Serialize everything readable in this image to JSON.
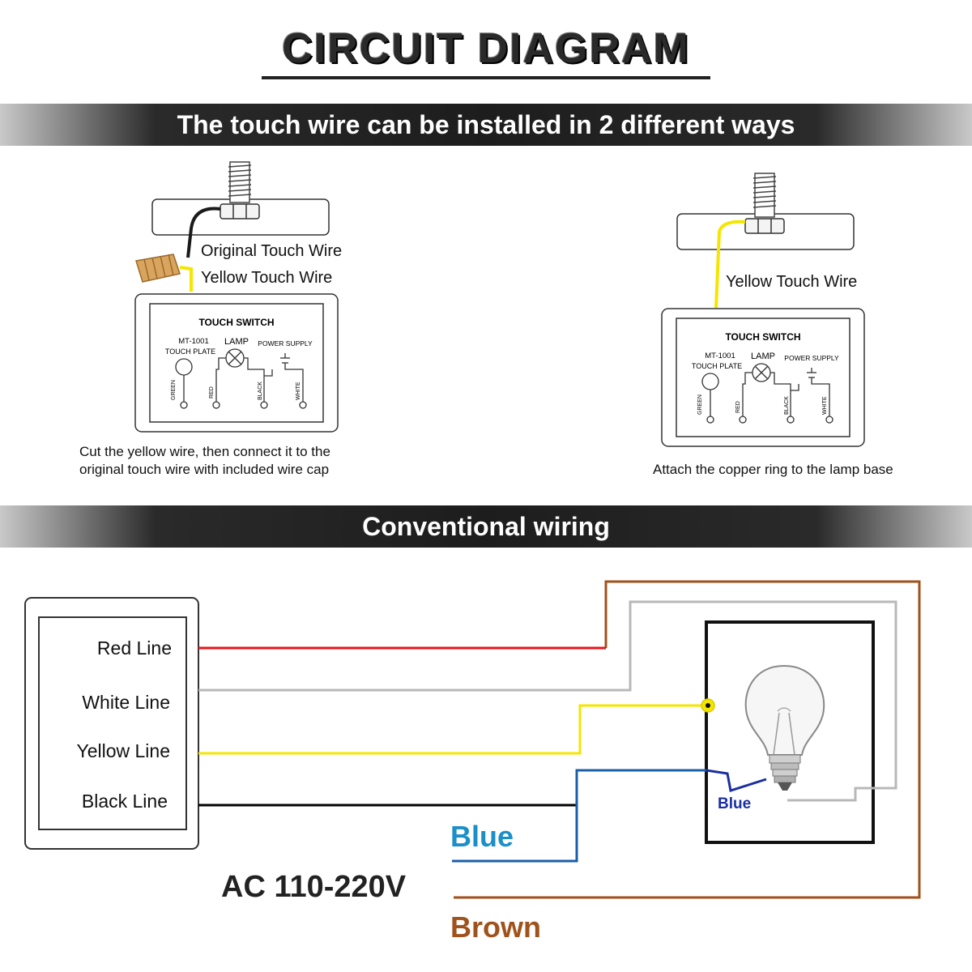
{
  "header": {
    "title": "CIRCUIT DIAGRAM",
    "banner_ways": "The touch wire can be installed in 2 different ways",
    "banner_conventional": "Conventional wiring"
  },
  "method_left": {
    "label_original": "Original Touch Wire",
    "label_yellow": "Yellow Touch Wire",
    "caption_line1": "Cut the yellow wire, then connect it to the",
    "caption_line2": "original touch wire with included wire cap"
  },
  "method_right": {
    "label_yellow": "Yellow Touch Wire",
    "caption": "Attach the copper ring to the lamp base"
  },
  "switch_box": {
    "title": "TOUCH SWITCH",
    "model": "MT-1001",
    "touch_plate": "TOUCH PLATE",
    "lamp": "LAMP",
    "power_supply": "POWER SUPPLY",
    "terminals": [
      "GREEN",
      "RED",
      "BLACK",
      "WHITE"
    ]
  },
  "conventional": {
    "lines": [
      "Red Line",
      "White Line",
      "Yellow Line",
      "Black Line"
    ],
    "blue_label": "Blue",
    "brown_label": "Brown",
    "voltage": "AC 110-220V",
    "lamp_blue_label": "Blue"
  },
  "colors": {
    "red": "#e8141c",
    "white_wire": "#b8b8b8",
    "yellow": "#f5e600",
    "black": "#000000",
    "blue": "#1a5fa8",
    "blue_text": "#1b8fc8",
    "brown": "#a0521c",
    "dark_blue": "#1a2fa0"
  }
}
